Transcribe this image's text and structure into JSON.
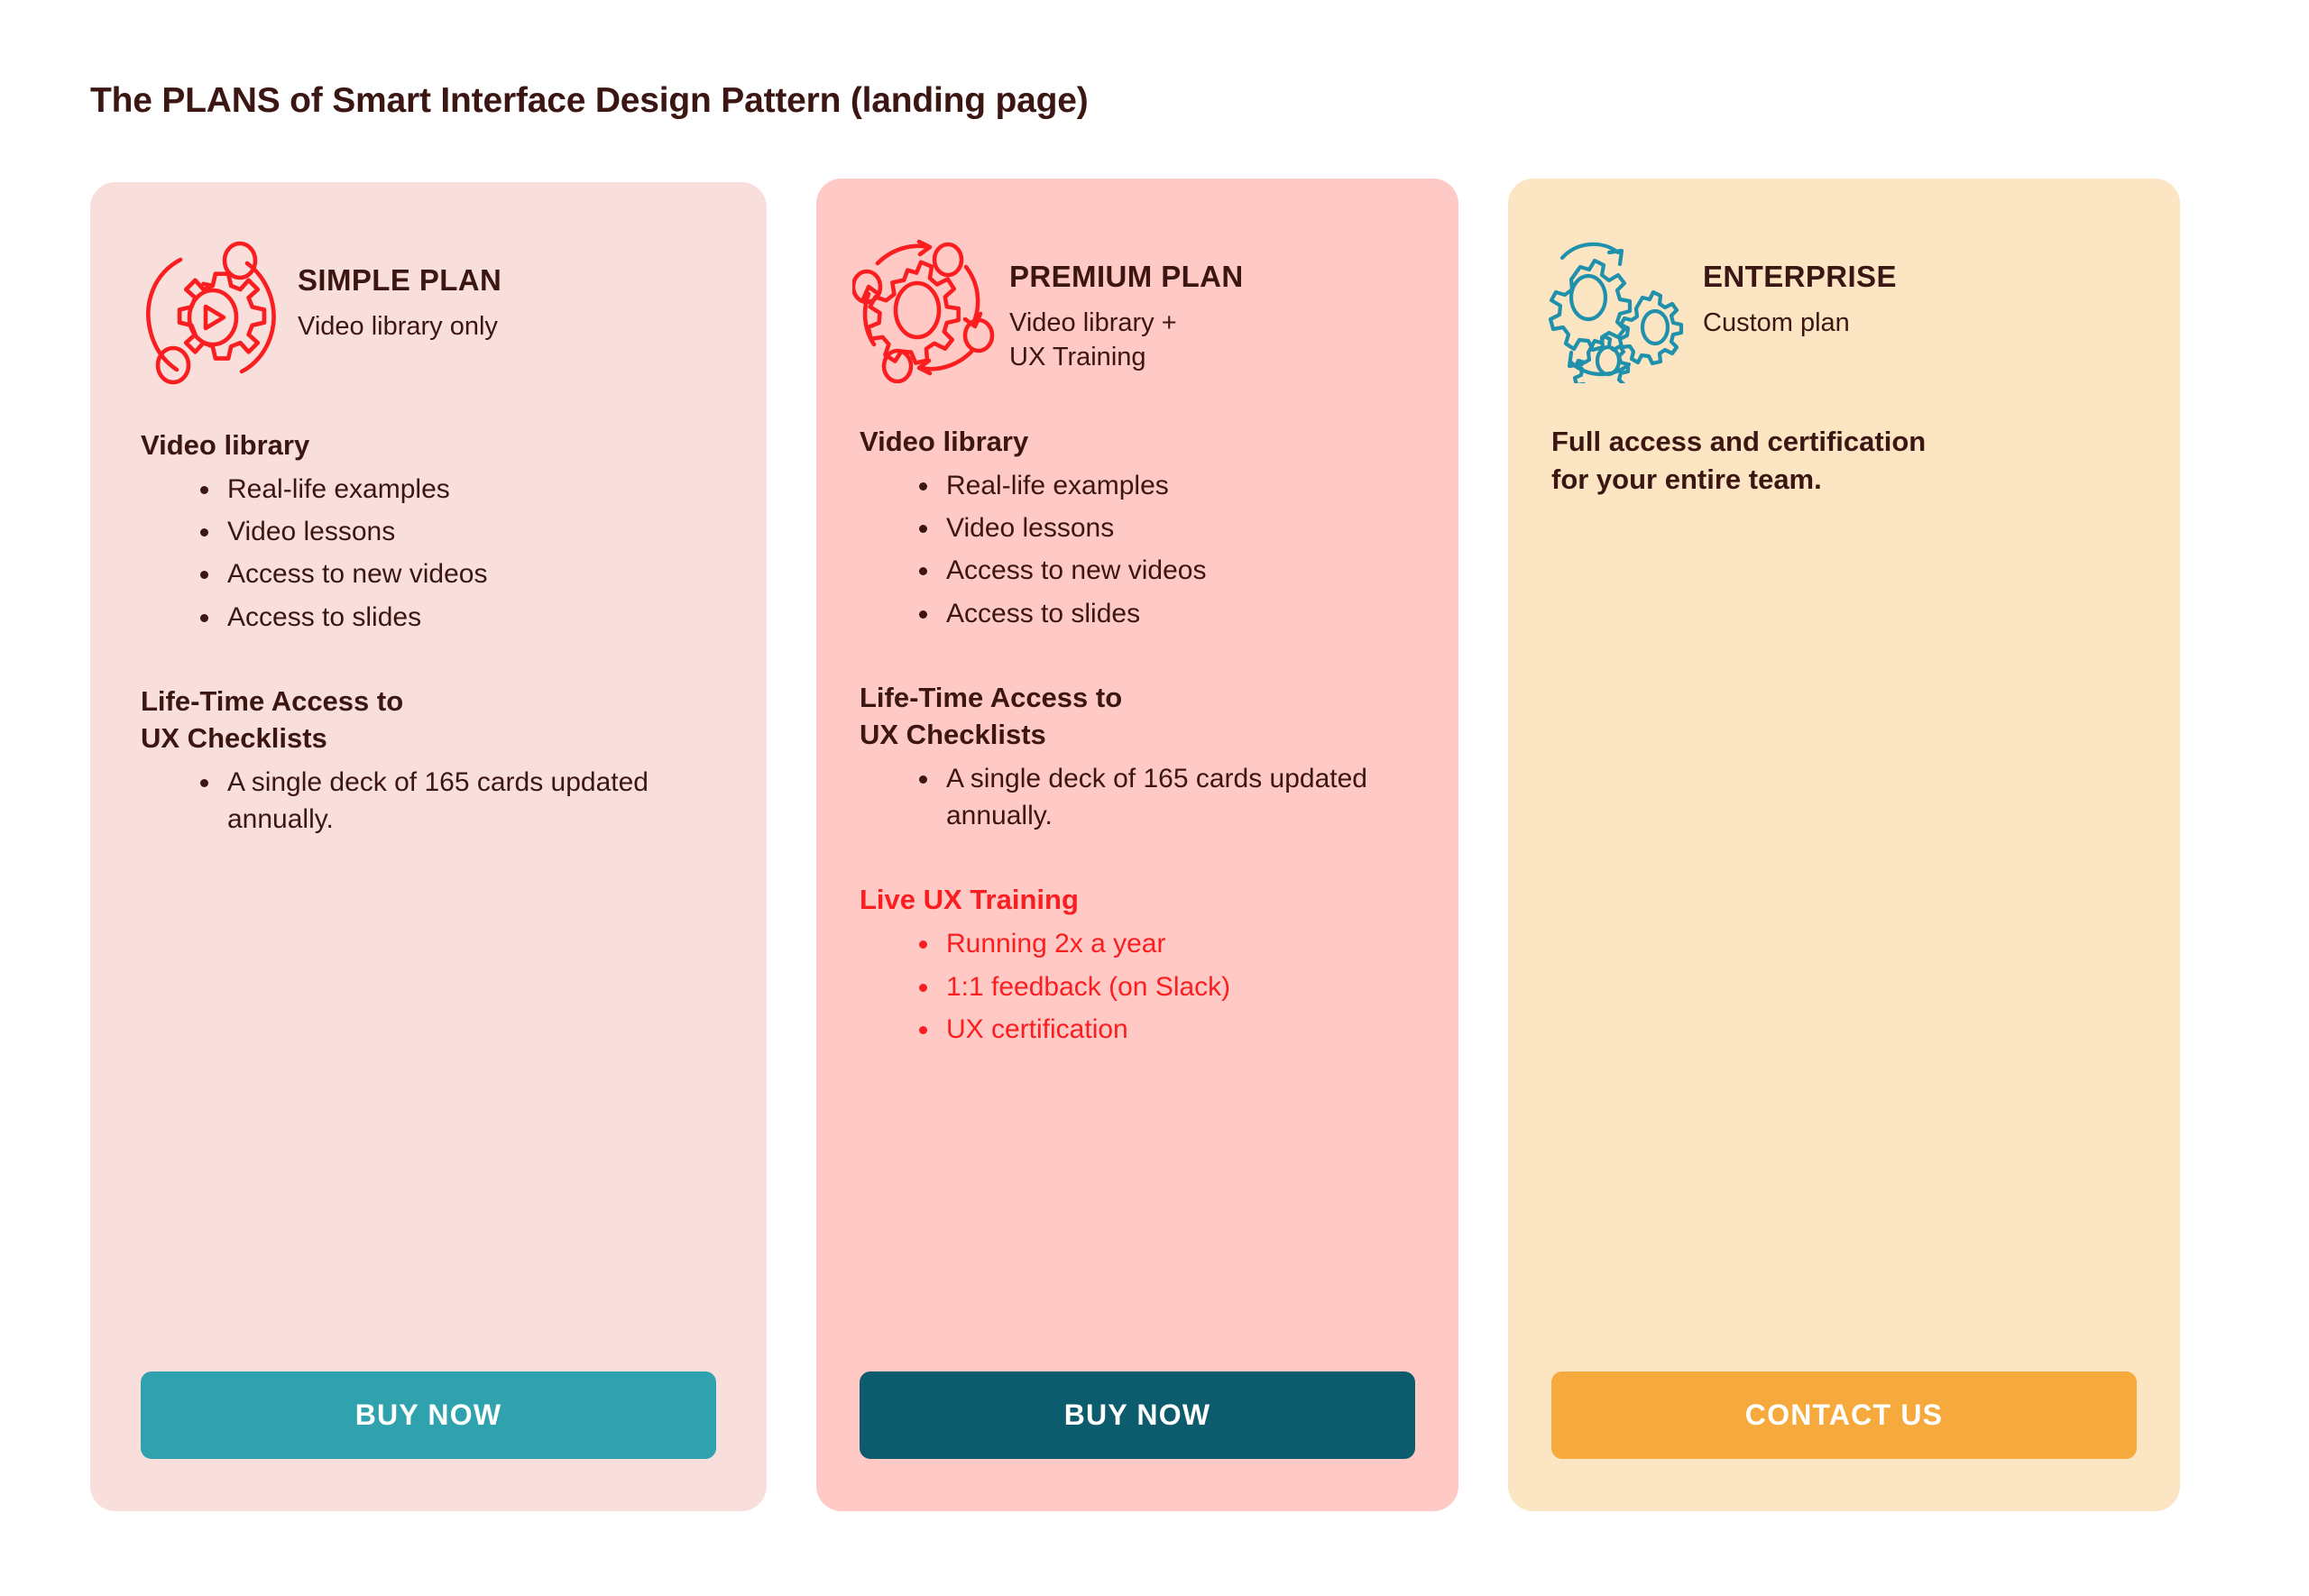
{
  "page": {
    "title": "The PLANS of Smart Interface Design Pattern (landing page)",
    "background": "#FFFFFF"
  },
  "colors": {
    "text_dark": "#3B1613",
    "accent_red": "#FA1E20",
    "accent_teal": "#2FA2AE",
    "card_simple_bg": "#F9DFDB",
    "card_premium_bg": "#FFC9C5",
    "card_enterprise_bg": "#FCE5C2",
    "cta_simple": "#2FA2AE",
    "cta_premium": "#0C5C6E",
    "cta_enterprise": "#F6A93C"
  },
  "plans": [
    {
      "id": "simple",
      "icon": "gear-play-orbit-icon",
      "name": "SIMPLE PLAN",
      "tagline": "Video library only",
      "sections": [
        {
          "heading": "Video library",
          "accent": false,
          "items": [
            "Real-life examples",
            "Video lessons",
            "Access to new videos",
            "Access to slides"
          ]
        },
        {
          "heading": "Life-Time Access to\nUX Checklists",
          "heading_line1": "Life-Time Access to",
          "heading_line2": "UX Checklists",
          "accent": false,
          "items": [
            "A single deck of 165 cards updated annually."
          ]
        }
      ],
      "cta": "BUY NOW"
    },
    {
      "id": "premium",
      "icon": "gear-cycle-arrows-icon",
      "name": "PREMIUM PLAN",
      "tagline": "Video library +\nUX Training",
      "tagline_line1": "Video library +",
      "tagline_line2": "UX Training",
      "sections": [
        {
          "heading": "Video library",
          "accent": false,
          "items": [
            "Real-life examples",
            "Video lessons",
            "Access to new videos",
            "Access to slides"
          ]
        },
        {
          "heading": "Life-Time Access to\nUX Checklists",
          "heading_line1": "Life-Time Access to",
          "heading_line2": "UX Checklists",
          "accent": false,
          "items": [
            "A single deck of 165 cards updated annually."
          ]
        },
        {
          "heading": "Live UX Training",
          "accent": true,
          "items": [
            "Running 2x a year",
            "1:1 feedback (on Slack)",
            "UX certification"
          ]
        }
      ],
      "cta": "BUY NOW"
    },
    {
      "id": "enterprise",
      "icon": "three-gears-cycle-icon",
      "name": "ENTERPRISE",
      "tagline": "Custom plan",
      "blurb_line1": "Full access and certification",
      "blurb_line2": "for your entire team.",
      "cta": "CONTACT US"
    }
  ]
}
